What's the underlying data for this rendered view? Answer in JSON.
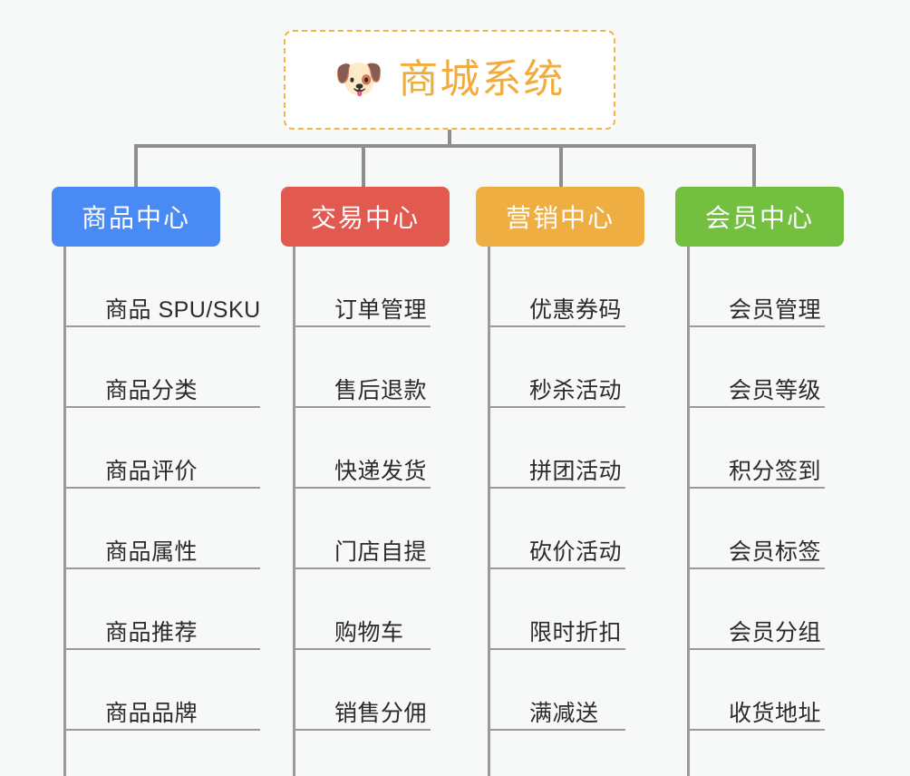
{
  "root": {
    "icon": "dog-face-icon",
    "icon_glyph": "🐶",
    "title": "商城系统",
    "border_color": "#f0b44a",
    "text_color": "#f0ad3e"
  },
  "colors": {
    "background": "#f7f8f8",
    "connector": "#8e8e8e",
    "leaf_rule": "#9a9a9a",
    "leaf_text": "#2b2b2b"
  },
  "columns": [
    {
      "title": "商品中心",
      "color": "#4a8af4",
      "items": [
        "商品 SPU/SKU",
        "商品分类",
        "商品评价",
        "商品属性",
        "商品推荐",
        "商品品牌"
      ]
    },
    {
      "title": "交易中心",
      "color": "#e1594f",
      "items": [
        "订单管理",
        "售后退款",
        "快递发货",
        "门店自提",
        "购物车",
        "销售分佣"
      ]
    },
    {
      "title": "营销中心",
      "color": "#eeae41",
      "items": [
        "优惠券码",
        "秒杀活动",
        "拼团活动",
        "砍价活动",
        "限时折扣",
        "满减送"
      ]
    },
    {
      "title": "会员中心",
      "color": "#73c041",
      "items": [
        "会员管理",
        "会员等级",
        "积分签到",
        "会员标签",
        "会员分组",
        "收货地址"
      ]
    }
  ]
}
